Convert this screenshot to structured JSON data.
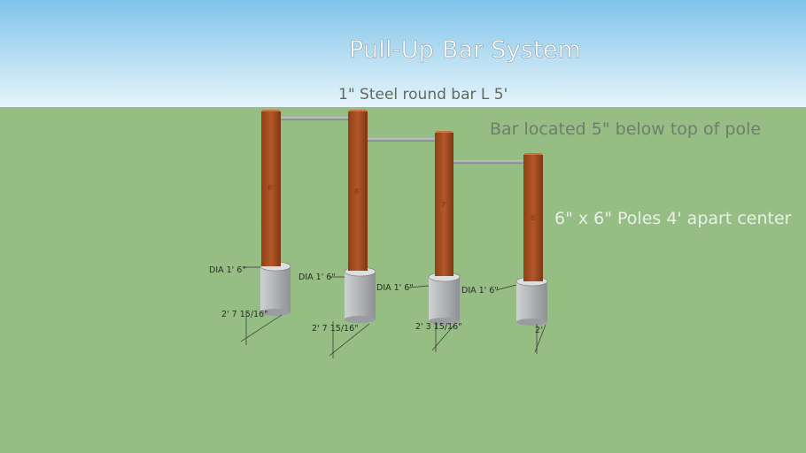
{
  "diagram": {
    "title": "Pull-Up Bar System",
    "annotations": {
      "bar": "1\" Steel round bar L 5'",
      "bar_location": "Bar located 5\" below top of pole",
      "poles": "6\" x 6\" Poles 4' apart center"
    },
    "posts": [
      {
        "height_label": "8'",
        "diameter_label": "DIA 1' 6\"",
        "depth_label": "2' 7 15/16\""
      },
      {
        "height_label": "8'",
        "diameter_label": "DIA 1' 6\"",
        "depth_label": "2' 7 15/16\""
      },
      {
        "height_label": "7'",
        "diameter_label": "DIA 1' 6\"",
        "depth_label": "2' 3 15/16\""
      },
      {
        "height_label": "6'",
        "diameter_label": "DIA 1' 6\"",
        "depth_label": "2'"
      }
    ],
    "colors": {
      "sky": "#9fd4f0",
      "ground": "#96bd84",
      "wood": "#a24d1f",
      "concrete": "#b9bbbd",
      "steel": "#9ea3a6"
    }
  }
}
